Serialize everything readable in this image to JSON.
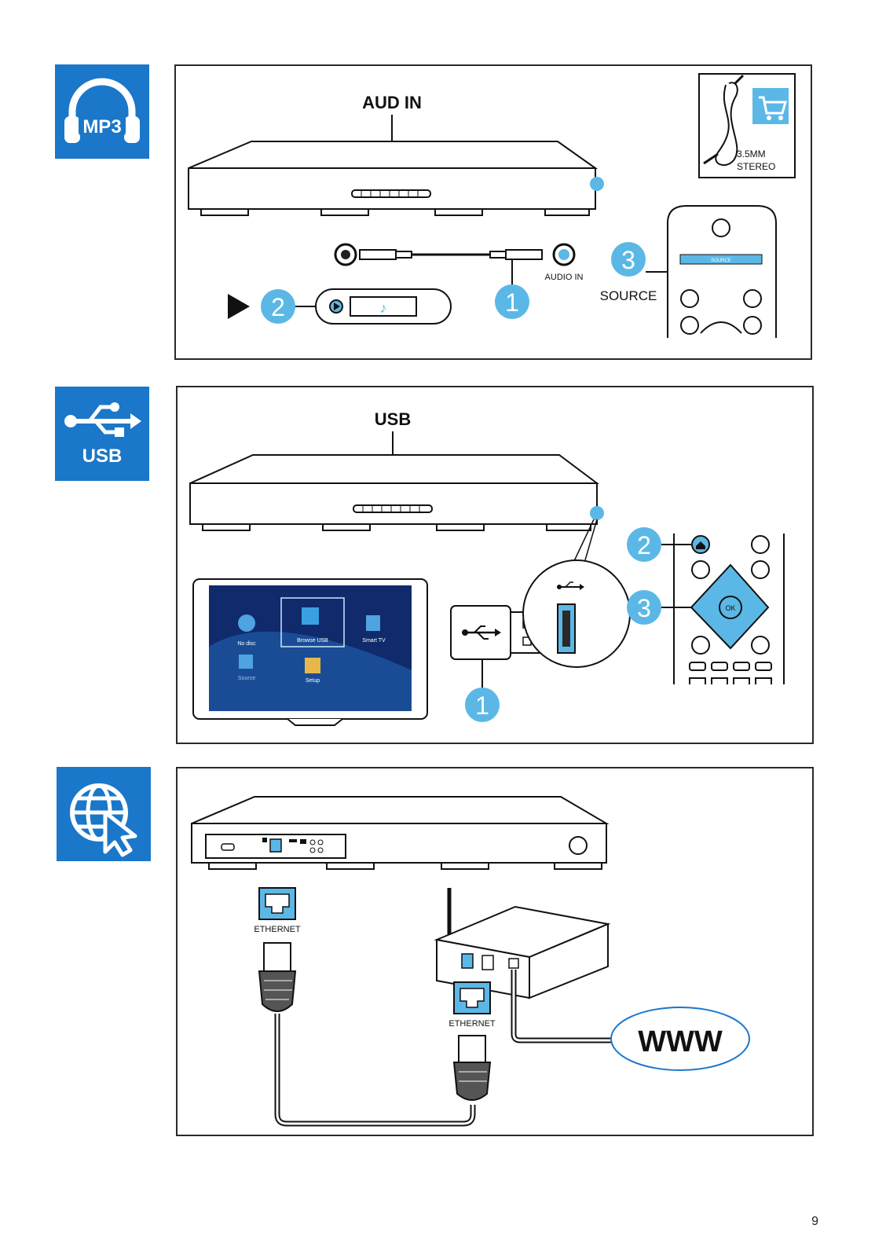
{
  "tiles": {
    "mp3": {
      "text": "MP3"
    },
    "usb": {
      "text": "USB"
    }
  },
  "panel_audio": {
    "title": "AUD IN",
    "cable_box": {
      "line1": "3.5MM",
      "line2": "STEREO"
    },
    "audio_in_label": "AUDIO IN",
    "source_label": "SOURCE",
    "remote_source_key": "SOURCE",
    "steps": [
      "1",
      "2",
      "3"
    ]
  },
  "panel_usb": {
    "title": "USB",
    "remote_ok": "OK",
    "steps": [
      "1",
      "2",
      "3"
    ],
    "screen_items": [
      "No disc",
      "Browse USB",
      "Smart TV",
      "Setup",
      "Source"
    ]
  },
  "panel_net": {
    "ethernet_label_1": "ETHERNET",
    "ethernet_label_2": "ETHERNET",
    "www": "WWW"
  },
  "page_number": "9",
  "colors": {
    "tile_blue": "#1a77c9",
    "accent_cyan": "#5bb8e6"
  }
}
